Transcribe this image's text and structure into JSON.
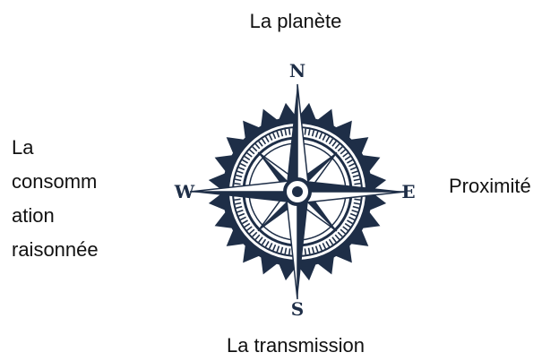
{
  "labels": {
    "top": "La planète",
    "bottom": "La transmission",
    "right": "Proximité",
    "left_lines": [
      "La",
      "consomm",
      "ation",
      "raisonnée"
    ]
  },
  "compass": {
    "icon": "compass-rose-icon",
    "color": "#1e2e47",
    "letters": {
      "north": "N",
      "south": "S",
      "east": "E",
      "west": "W"
    }
  }
}
